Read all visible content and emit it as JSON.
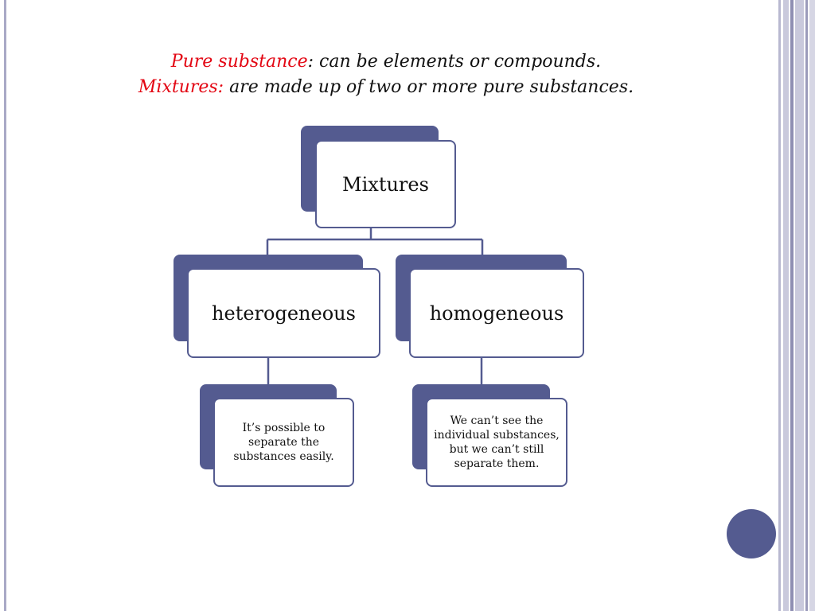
{
  "heading": {
    "line1_term": "Pure substance",
    "line1_rest": ": can be elements or compounds.",
    "line2_term": "Mixtures:",
    "line2_rest": " are made up of two or more pure substances."
  },
  "diagram": {
    "root": "Mixtures",
    "left_branch": "heterogeneous",
    "right_branch": "homogeneous",
    "left_leaf": "It’s possible to separate the substances easily.",
    "right_leaf": "We can’t see the individual substances, but we can’t still separate them."
  },
  "colors": {
    "accent": "#545b90",
    "highlight_text": "#e30613"
  }
}
